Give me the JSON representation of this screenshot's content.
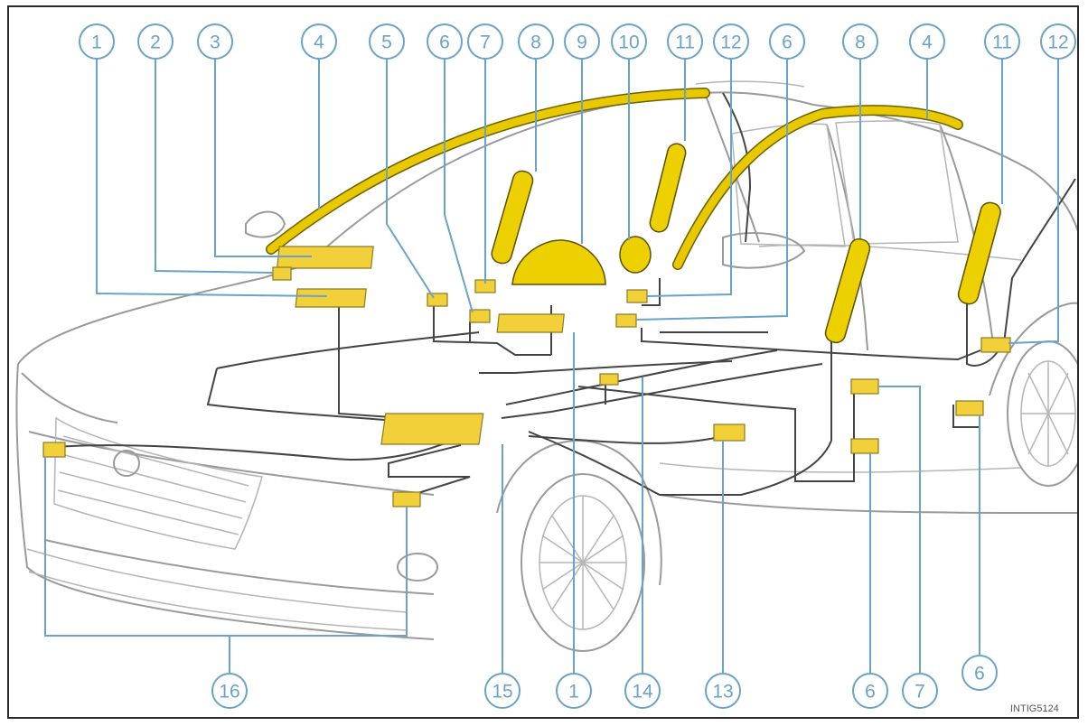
{
  "callouts_top": [
    {
      "id": "c-top-1",
      "label": "1"
    },
    {
      "id": "c-top-2",
      "label": "2"
    },
    {
      "id": "c-top-3",
      "label": "3"
    },
    {
      "id": "c-top-4a",
      "label": "4"
    },
    {
      "id": "c-top-5",
      "label": "5"
    },
    {
      "id": "c-top-6a",
      "label": "6"
    },
    {
      "id": "c-top-7",
      "label": "7"
    },
    {
      "id": "c-top-8a",
      "label": "8"
    },
    {
      "id": "c-top-9",
      "label": "9"
    },
    {
      "id": "c-top-10",
      "label": "10"
    },
    {
      "id": "c-top-11a",
      "label": "11"
    },
    {
      "id": "c-top-12a",
      "label": "12"
    },
    {
      "id": "c-top-6b",
      "label": "6"
    },
    {
      "id": "c-top-8b",
      "label": "8"
    },
    {
      "id": "c-top-4b",
      "label": "4"
    },
    {
      "id": "c-top-11b",
      "label": "11"
    },
    {
      "id": "c-top-12b",
      "label": "12"
    }
  ],
  "callouts_bottom": [
    {
      "id": "c-bot-16",
      "label": "16"
    },
    {
      "id": "c-bot-15",
      "label": "15"
    },
    {
      "id": "c-bot-1",
      "label": "1"
    },
    {
      "id": "c-bot-14",
      "label": "14"
    },
    {
      "id": "c-bot-13",
      "label": "13"
    },
    {
      "id": "c-bot-6a",
      "label": "6"
    },
    {
      "id": "c-bot-7",
      "label": "7"
    },
    {
      "id": "c-bot-6b",
      "label": "6"
    }
  ],
  "image_code": "INTIG5124",
  "colors": {
    "callout": "#6aa3c8",
    "airbag": "#ecd000",
    "sensor": "#f2d03a",
    "car_outline": "#9a9a9a",
    "wiring": "#444444"
  }
}
